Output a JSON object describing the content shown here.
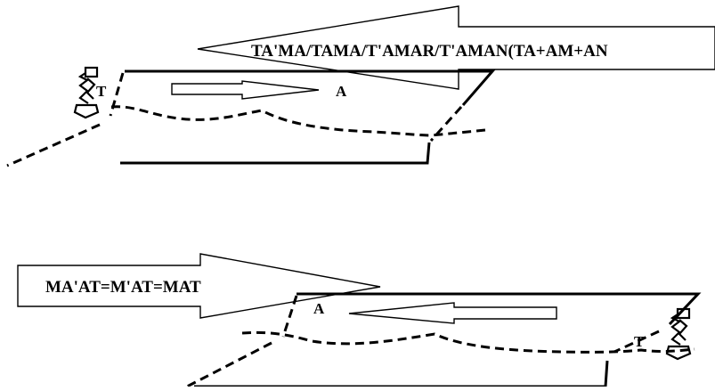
{
  "top_panel": {
    "banner_text": "TA'MA/TAMA/T'AMAR/T'AMAN(TA+AM+AN",
    "left_label": "T",
    "center_label": "A"
  },
  "bottom_panel": {
    "banner_text": "MA'AT=M'AT=MAT",
    "left_label": "A",
    "right_label": "T"
  }
}
